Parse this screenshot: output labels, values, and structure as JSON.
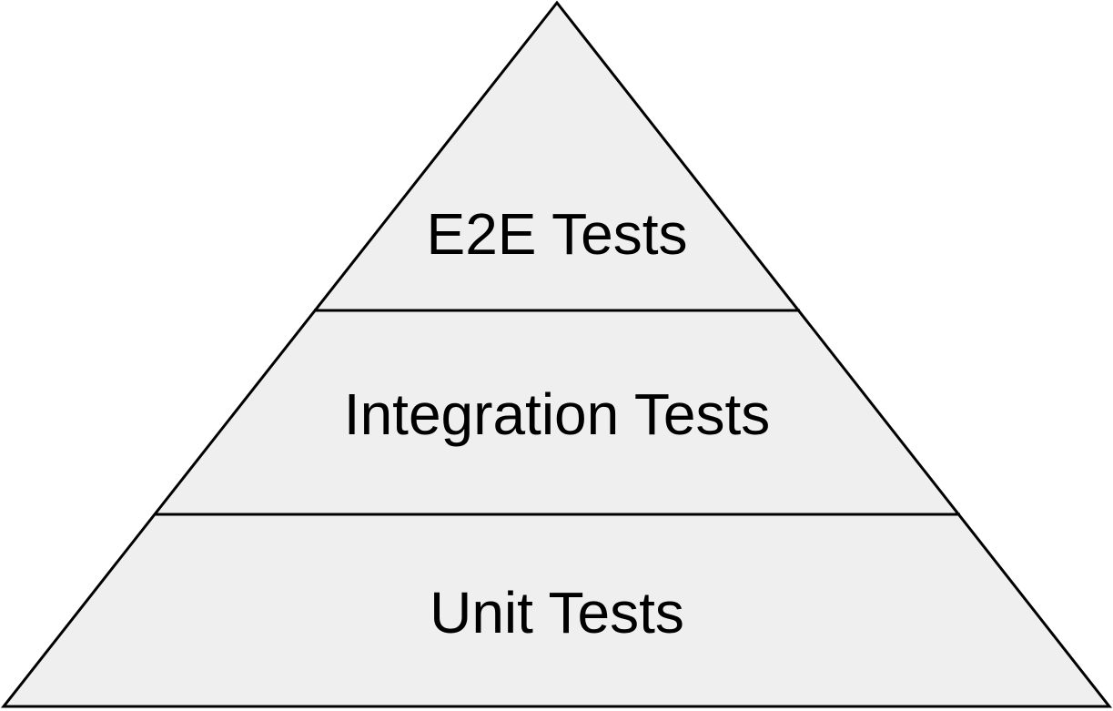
{
  "diagram": {
    "fill_color": "#efefef",
    "stroke_color": "#000000",
    "tiers": [
      {
        "label": "E2E Tests"
      },
      {
        "label": "Integration Tests"
      },
      {
        "label": "Unit Tests"
      }
    ]
  }
}
